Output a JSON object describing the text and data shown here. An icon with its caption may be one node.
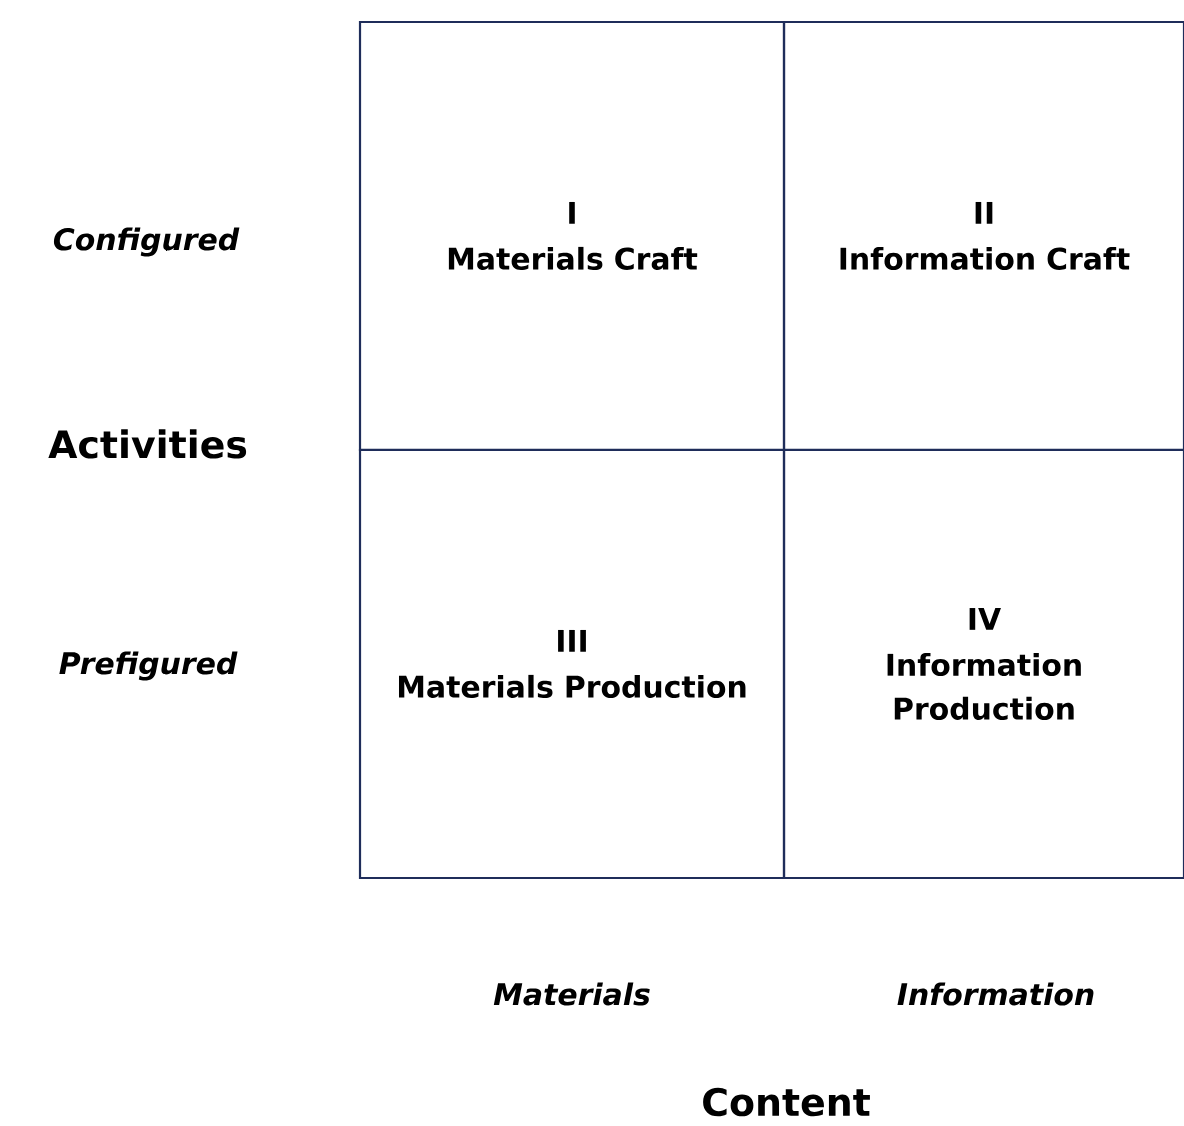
{
  "diagram": {
    "nodes": [
      {
        "text": [
          "I",
          "Materials Craft"
        ]
      },
      {
        "text": [
          "II",
          "Information Craft"
        ]
      },
      {
        "text": [
          "III",
          "Materials Production"
        ]
      },
      {
        "text": [
          "IV",
          "Information Production"
        ]
      }
    ],
    "labels": [
      "Configured",
      "Activities",
      "Prefigured",
      "Materials",
      "Information",
      "Content"
    ]
  }
}
